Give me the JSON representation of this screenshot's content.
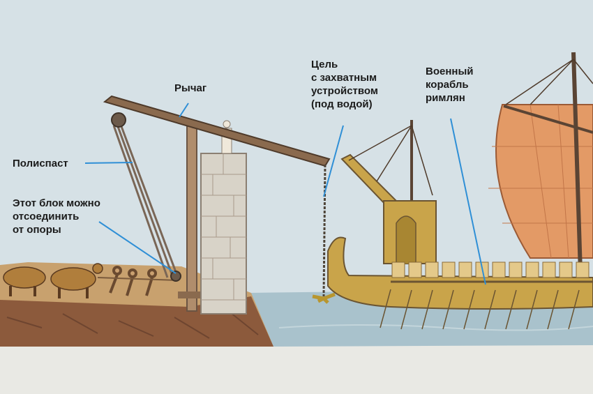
{
  "labels": {
    "lever": "Рычаг",
    "pulley": "Полиспаст",
    "detachable_block": "Этот блок можно\nотсоединить\nот опоры",
    "grapple": "Цель\nс захватным\nустройством\n(под водой)",
    "warship": "Военный\nкорабль\nримлян"
  },
  "colors": {
    "sky": "#d6e1e6",
    "sea": "#a9c2cc",
    "ground": "#c8a16e",
    "stone": "#d8d3c8",
    "timber": "#8a6a4e",
    "sail": "#e39a66",
    "hull": "#c9a44a",
    "pointer": "#2f8fd6"
  }
}
